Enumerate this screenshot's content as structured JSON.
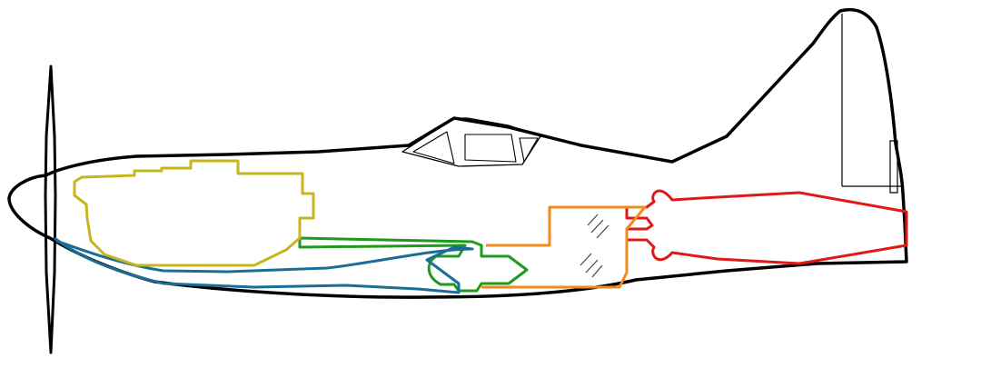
{
  "diagram": {
    "subject": "aircraft-cutaway",
    "components": [
      {
        "id": "engine-block",
        "color": "#c6b61c"
      },
      {
        "id": "air-intake-duct",
        "color": "#1a6e96"
      },
      {
        "id": "fuel-line-and-compressor",
        "color": "#1e9a1e"
      },
      {
        "id": "combustion-chamber",
        "color": "#f28a1a"
      },
      {
        "id": "exhaust-nozzle",
        "color": "#e01818"
      }
    ],
    "outline_color": "#000000"
  }
}
